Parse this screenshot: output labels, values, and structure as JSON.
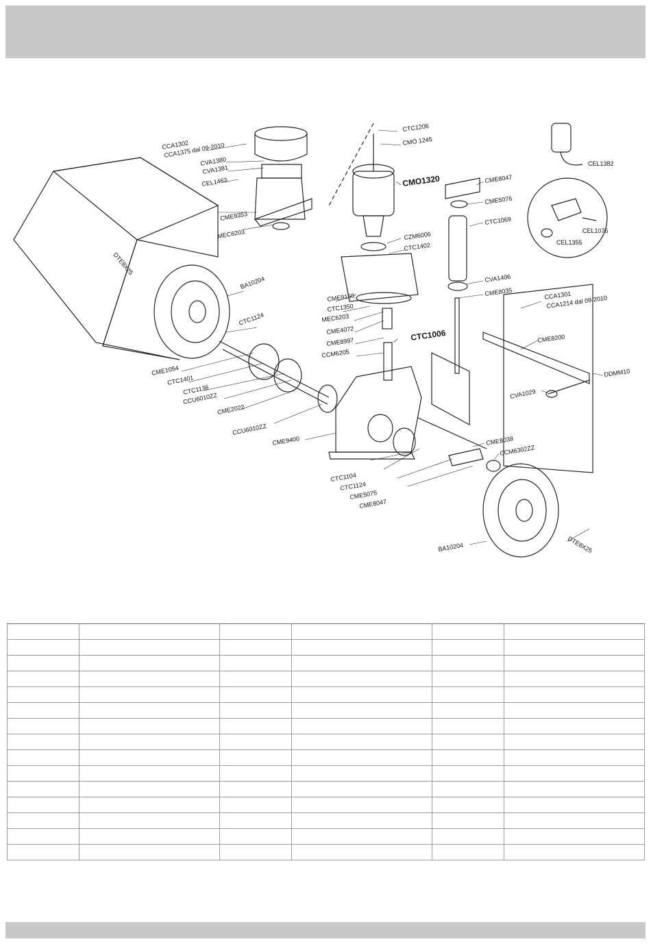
{
  "labels": {
    "cca1302": "CCA1302",
    "cca1375": "CCA1375 dal 09-2010",
    "cva1380": "CVA1380",
    "cva1381": "CVA1381",
    "cel1463": "CEL1463",
    "cme9353": "CME9353",
    "mec6203_top": "MEC6203",
    "dte8x25_left": "DTE8X25",
    "ba10204_left": "BA10204",
    "ctc1124_left": "CTC1124",
    "cme1054": "CME1054",
    "ctc1401": "CTC1401",
    "ctc1136": "CTC1136",
    "ccu6010zz_a": "CCU6010ZZ",
    "cme2022": "CME2022",
    "ccu6010zz_b": "CCU6010ZZ",
    "cme9400": "CME9400",
    "ctc1206": "CTC1206",
    "cmo1245": "CMO 1245",
    "cmo1320": "CMO1320",
    "czm6006": "CZM6006",
    "ctc1402": "CTC1402",
    "cme9150": "CME9150",
    "ctc1350": "CTC1350",
    "mec6203_mid": "MEC6203",
    "cme4072": "CME4072",
    "cme8997": "CME8997",
    "ctc1006": "CTC1006",
    "ccm6205": "CCM6205",
    "cme8047_top": "CME8047",
    "cme5076": "CME5076",
    "ctc1069": "CTC1069",
    "cva1406": "CVA1406",
    "cme8035": "CME8035",
    "cel1382": "CEL1382",
    "cel1076": "CEL1076",
    "cel1355": "CEL1355",
    "cca1301": "CCA1301",
    "cca1214": "CCA1214 dal 09-2010",
    "cme8200": "CME8200",
    "ddmm10": "DDMM10",
    "cva1029": "CVA1029",
    "cme8038": "CME8038",
    "ccm6302zz": "CCM6302ZZ",
    "ctc1104": "CTC1104",
    "ctc1124_bottom": "CTC1124",
    "cme5075": "CME5075",
    "cme8047_bottom": "CME8047",
    "ba10204_right": "BA10204",
    "dte8x25_right": "DTE8X25"
  },
  "table": {
    "rows": 15,
    "cols": 6
  }
}
